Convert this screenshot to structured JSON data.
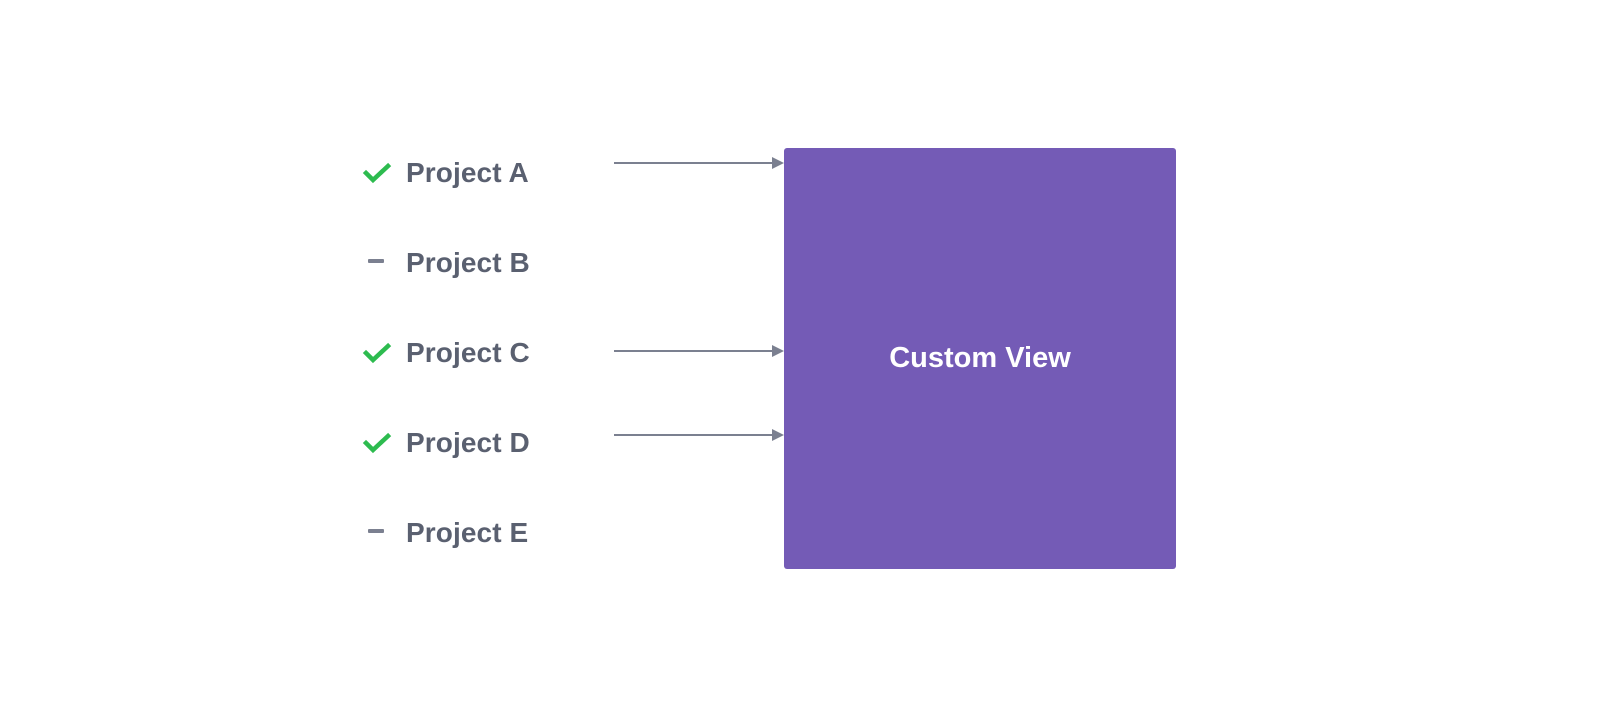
{
  "colors": {
    "check": "#2dbb4f",
    "dash": "#7b8090",
    "label": "#5a6070",
    "arrow": "#7b8090",
    "custom_view_bg": "#745bb6",
    "custom_view_text": "#ffffff"
  },
  "projects": [
    {
      "label": "Project A",
      "status": "check-icon",
      "connected": true
    },
    {
      "label": "Project B",
      "status": "dash-icon",
      "connected": false
    },
    {
      "label": "Project C",
      "status": "check-icon",
      "connected": true
    },
    {
      "label": "Project D",
      "status": "check-icon",
      "connected": true
    },
    {
      "label": "Project E",
      "status": "dash-icon",
      "connected": false
    }
  ],
  "custom_view": {
    "label": "Custom View"
  }
}
